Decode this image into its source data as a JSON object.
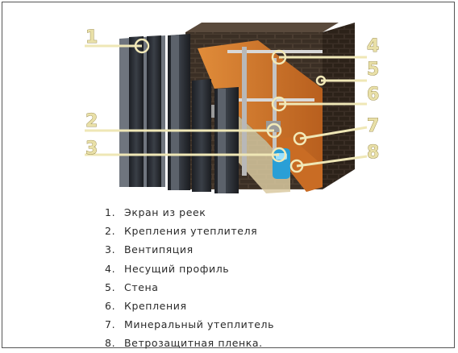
{
  "callouts": [
    {
      "num": "1",
      "label": "Экран из реек"
    },
    {
      "num": "2",
      "label": "Крепления утеплителя"
    },
    {
      "num": "3",
      "label": "Вентипяция"
    },
    {
      "num": "4",
      "label": "Несущий профиль"
    },
    {
      "num": "5",
      "label": "Стена"
    },
    {
      "num": "6",
      "label": "Крепления"
    },
    {
      "num": "7",
      "label": "Минеральный утеплитель"
    },
    {
      "num": "8",
      "label": "Ветрозащитная пленка."
    }
  ],
  "colors": {
    "brick": "#4a3c30",
    "insulation": "#d4782a",
    "screen": "#2a2e34",
    "callout_line": "#efe7b6",
    "ventilation": "#2a9fd6"
  }
}
